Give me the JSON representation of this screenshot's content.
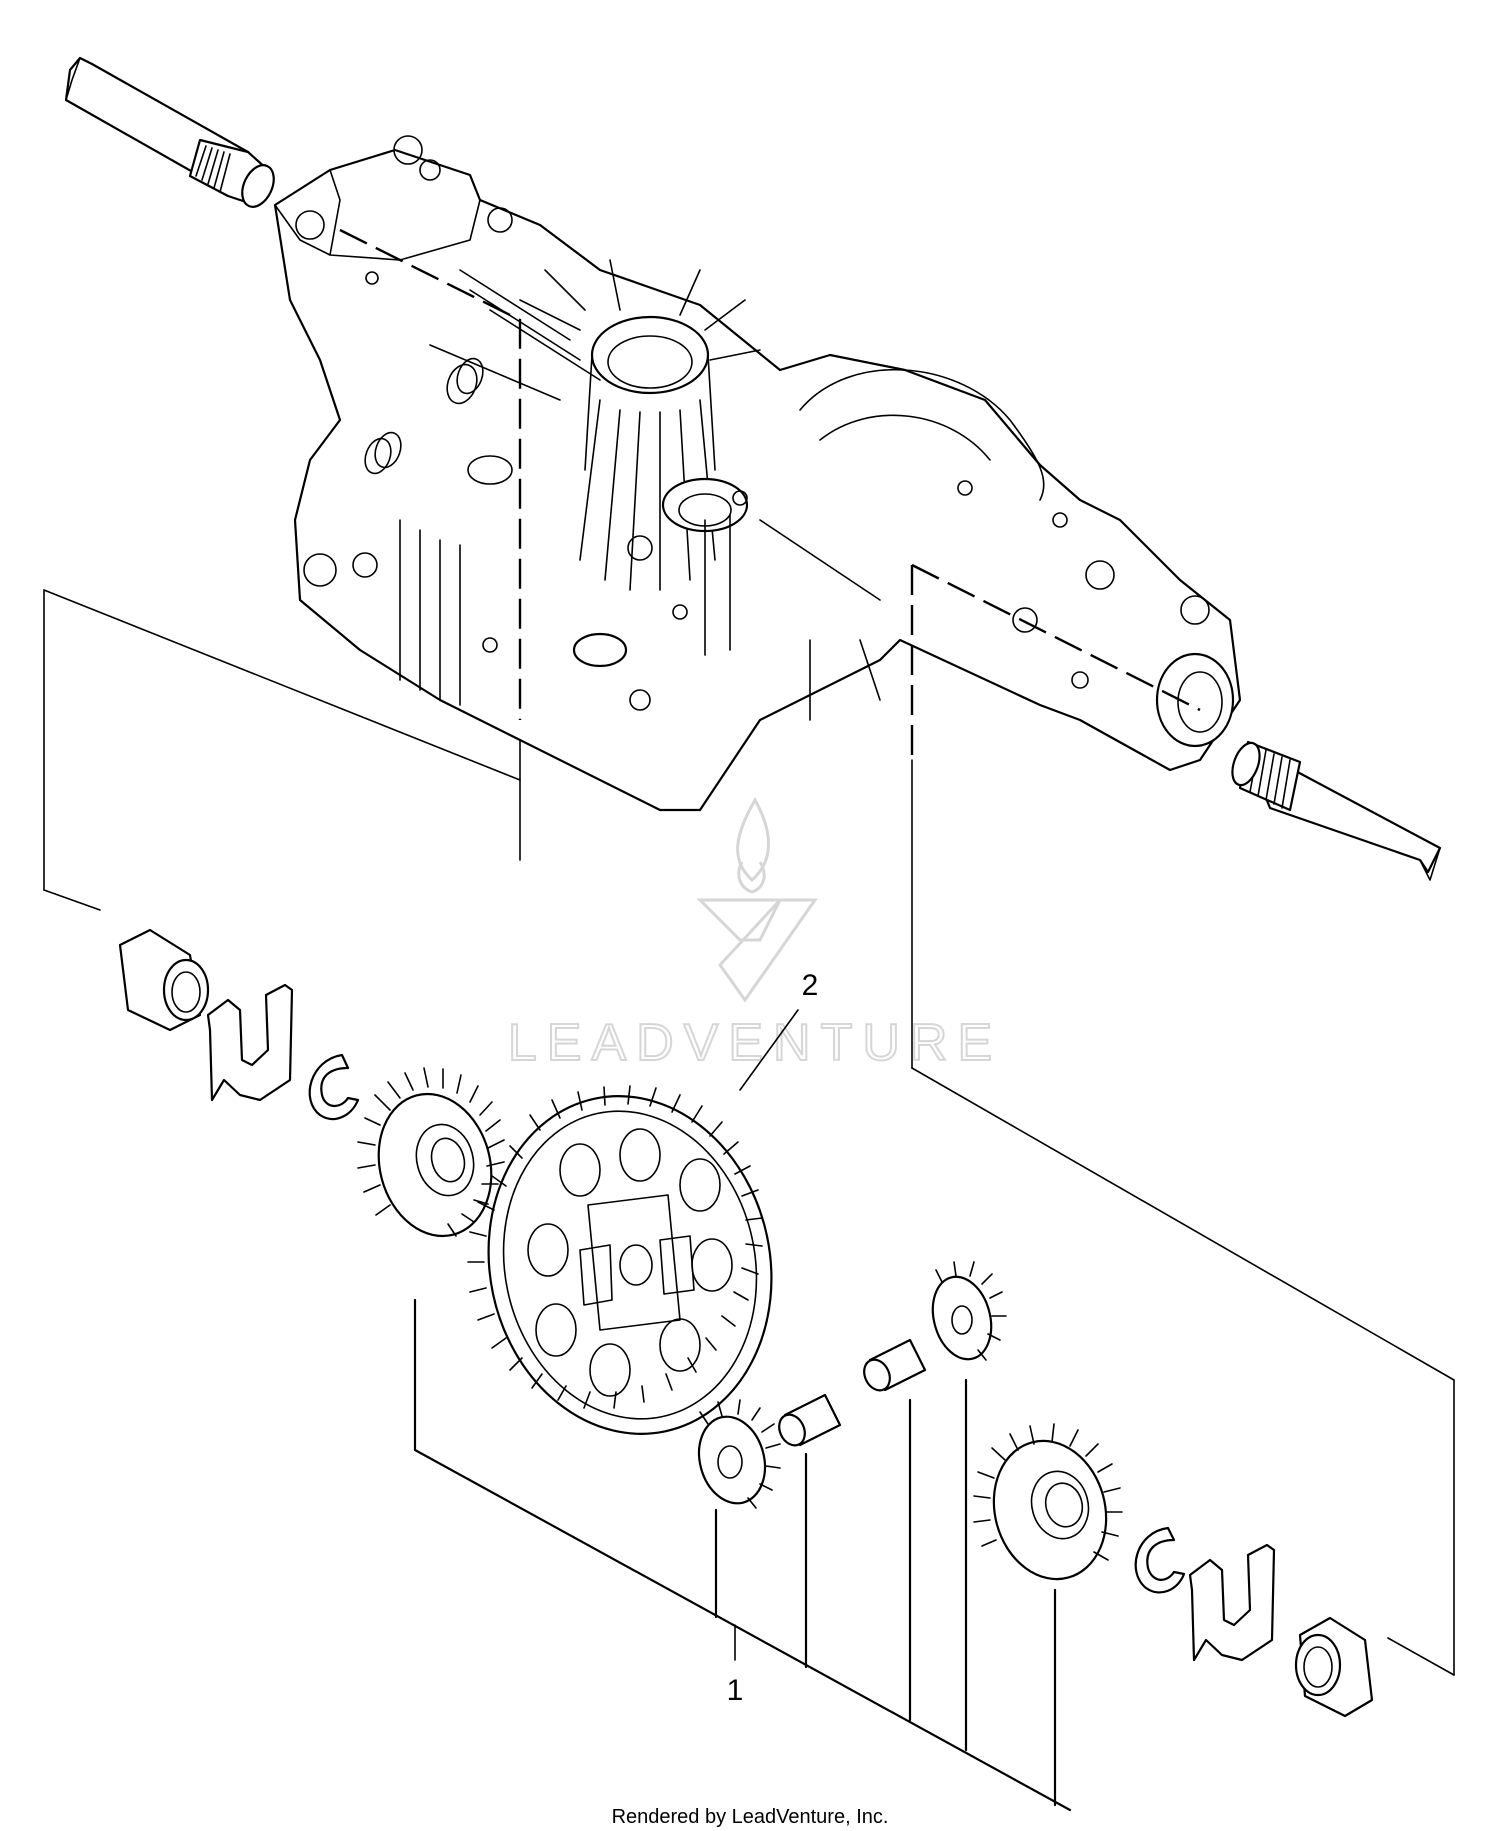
{
  "callouts": [
    {
      "id": "1",
      "label": "1"
    },
    {
      "id": "2",
      "label": "2"
    }
  ],
  "watermark": {
    "text": "LEADVENTURE",
    "logo_icon": "flame-v-logo-icon",
    "color": "#d6d6d6"
  },
  "footer": {
    "text": "Rendered by LeadVenture, Inc."
  },
  "colors": {
    "line": "#000000",
    "background": "#ffffff"
  }
}
